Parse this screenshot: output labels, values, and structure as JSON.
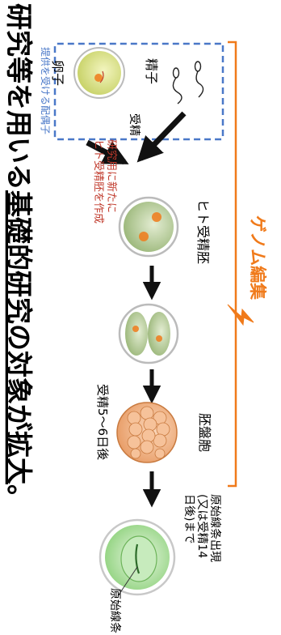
{
  "headline": "研究等を用いる基礎的研究の対象が拡大。",
  "headline_head": "研究等を用いる",
  "headline_underlined": "基礎的研究の対象が拡大",
  "headline_tail": "。",
  "donor_box_label": "提供を受ける配偶子",
  "egg_label": "卵子",
  "sperm_label": "精子",
  "fertilization_label": "受精",
  "new_embryo_note": "研究用に新たに\nヒト受精胚を作成",
  "fertilized_embryo_label": "ヒト受精胚",
  "blastocyst_label": "胚盤胞",
  "days_label": "受精5～6日後",
  "primitive_streak_label": "原始線条出現\n(又は受精14\n日後)まで",
  "streak_callout": "原始線条",
  "genome_editing_label": "ゲノム編集",
  "colors": {
    "orange": "#f07a1a",
    "blue_dash": "#4a78c8",
    "red_text": "#c0392b",
    "egg_fill": "#d8df7a",
    "embryo_fill": "#b6c98f",
    "blastocyst_fill": "#f2b486",
    "streak_fill": "#a9dd9c"
  }
}
